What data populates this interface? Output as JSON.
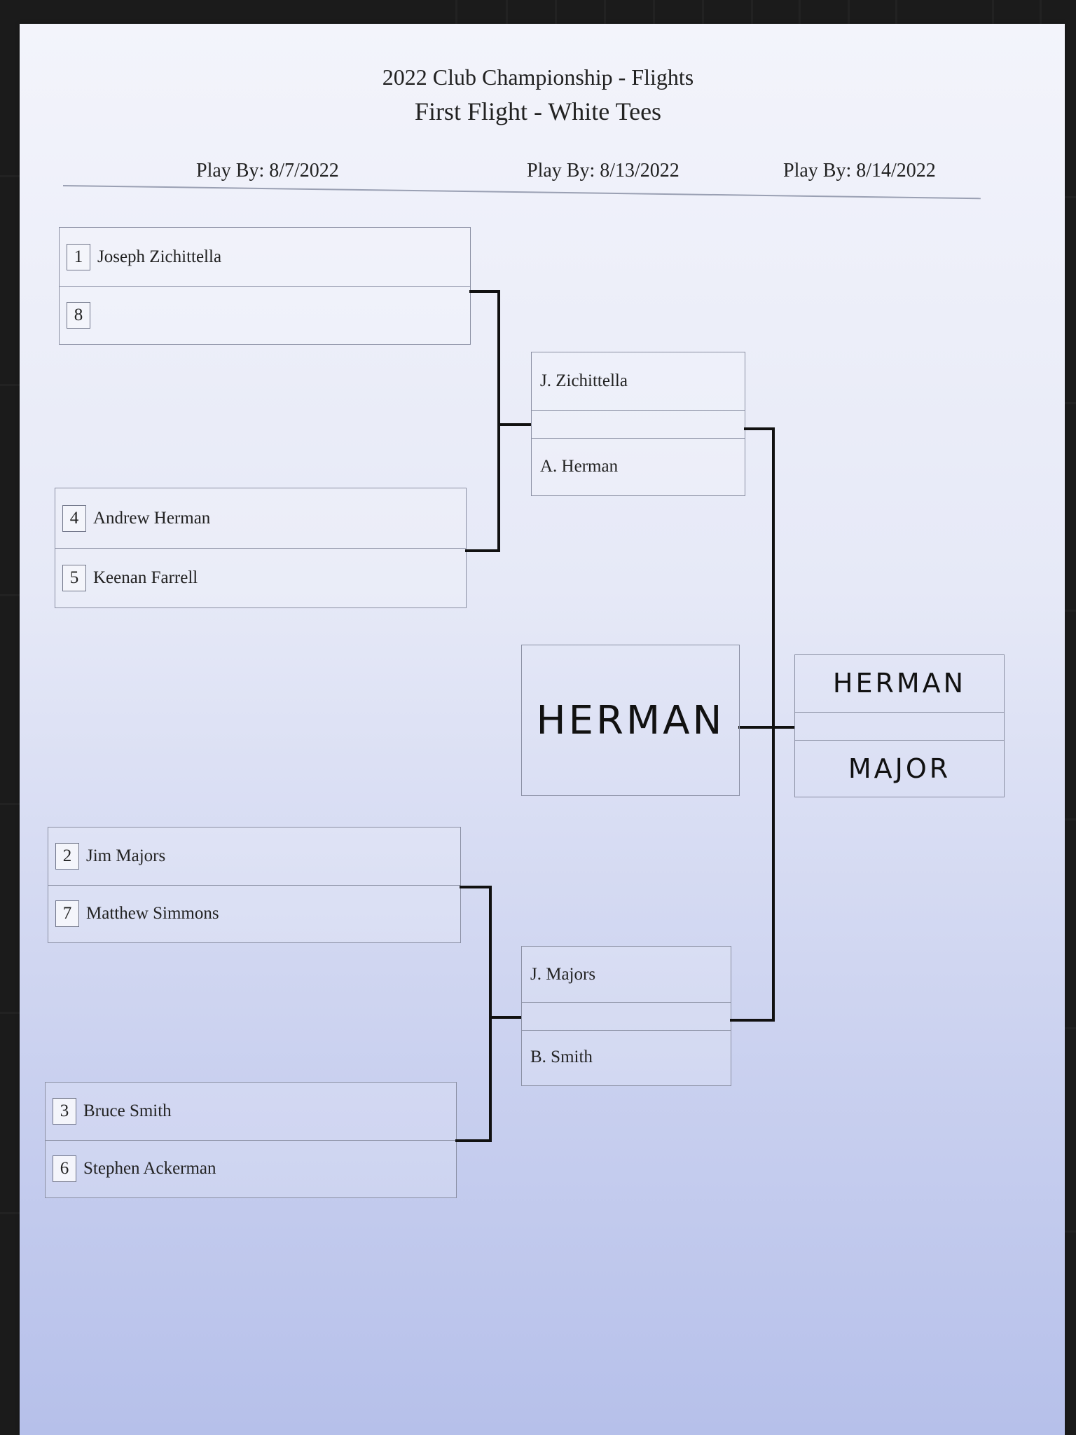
{
  "header": {
    "title": "2022 Club Championship - Flights",
    "subtitle": "First Flight - White Tees"
  },
  "rounds": [
    {
      "play_by": "Play By:  8/7/2022"
    },
    {
      "play_by": "Play By:  8/13/2022"
    },
    {
      "play_by": "Play By:  8/14/2022"
    }
  ],
  "round1": [
    {
      "top": {
        "seed": "1",
        "name": "Joseph Zichittella"
      },
      "bottom": {
        "seed": "8",
        "name": ""
      }
    },
    {
      "top": {
        "seed": "4",
        "name": "Andrew Herman"
      },
      "bottom": {
        "seed": "5",
        "name": "Keenan Farrell"
      }
    },
    {
      "top": {
        "seed": "2",
        "name": "Jim Majors"
      },
      "bottom": {
        "seed": "7",
        "name": "Matthew  Simmons"
      }
    },
    {
      "top": {
        "seed": "3",
        "name": "Bruce Smith"
      },
      "bottom": {
        "seed": "6",
        "name": "Stephen Ackerman"
      }
    }
  ],
  "round2": [
    {
      "top": "J. Zichittella",
      "bottom": "A. Herman"
    },
    {
      "top": "J. Majors",
      "bottom": "B. Smith"
    }
  ],
  "winner_box": "HERMAN",
  "final": {
    "top": "HERMAN",
    "bottom": "MAJOR"
  }
}
